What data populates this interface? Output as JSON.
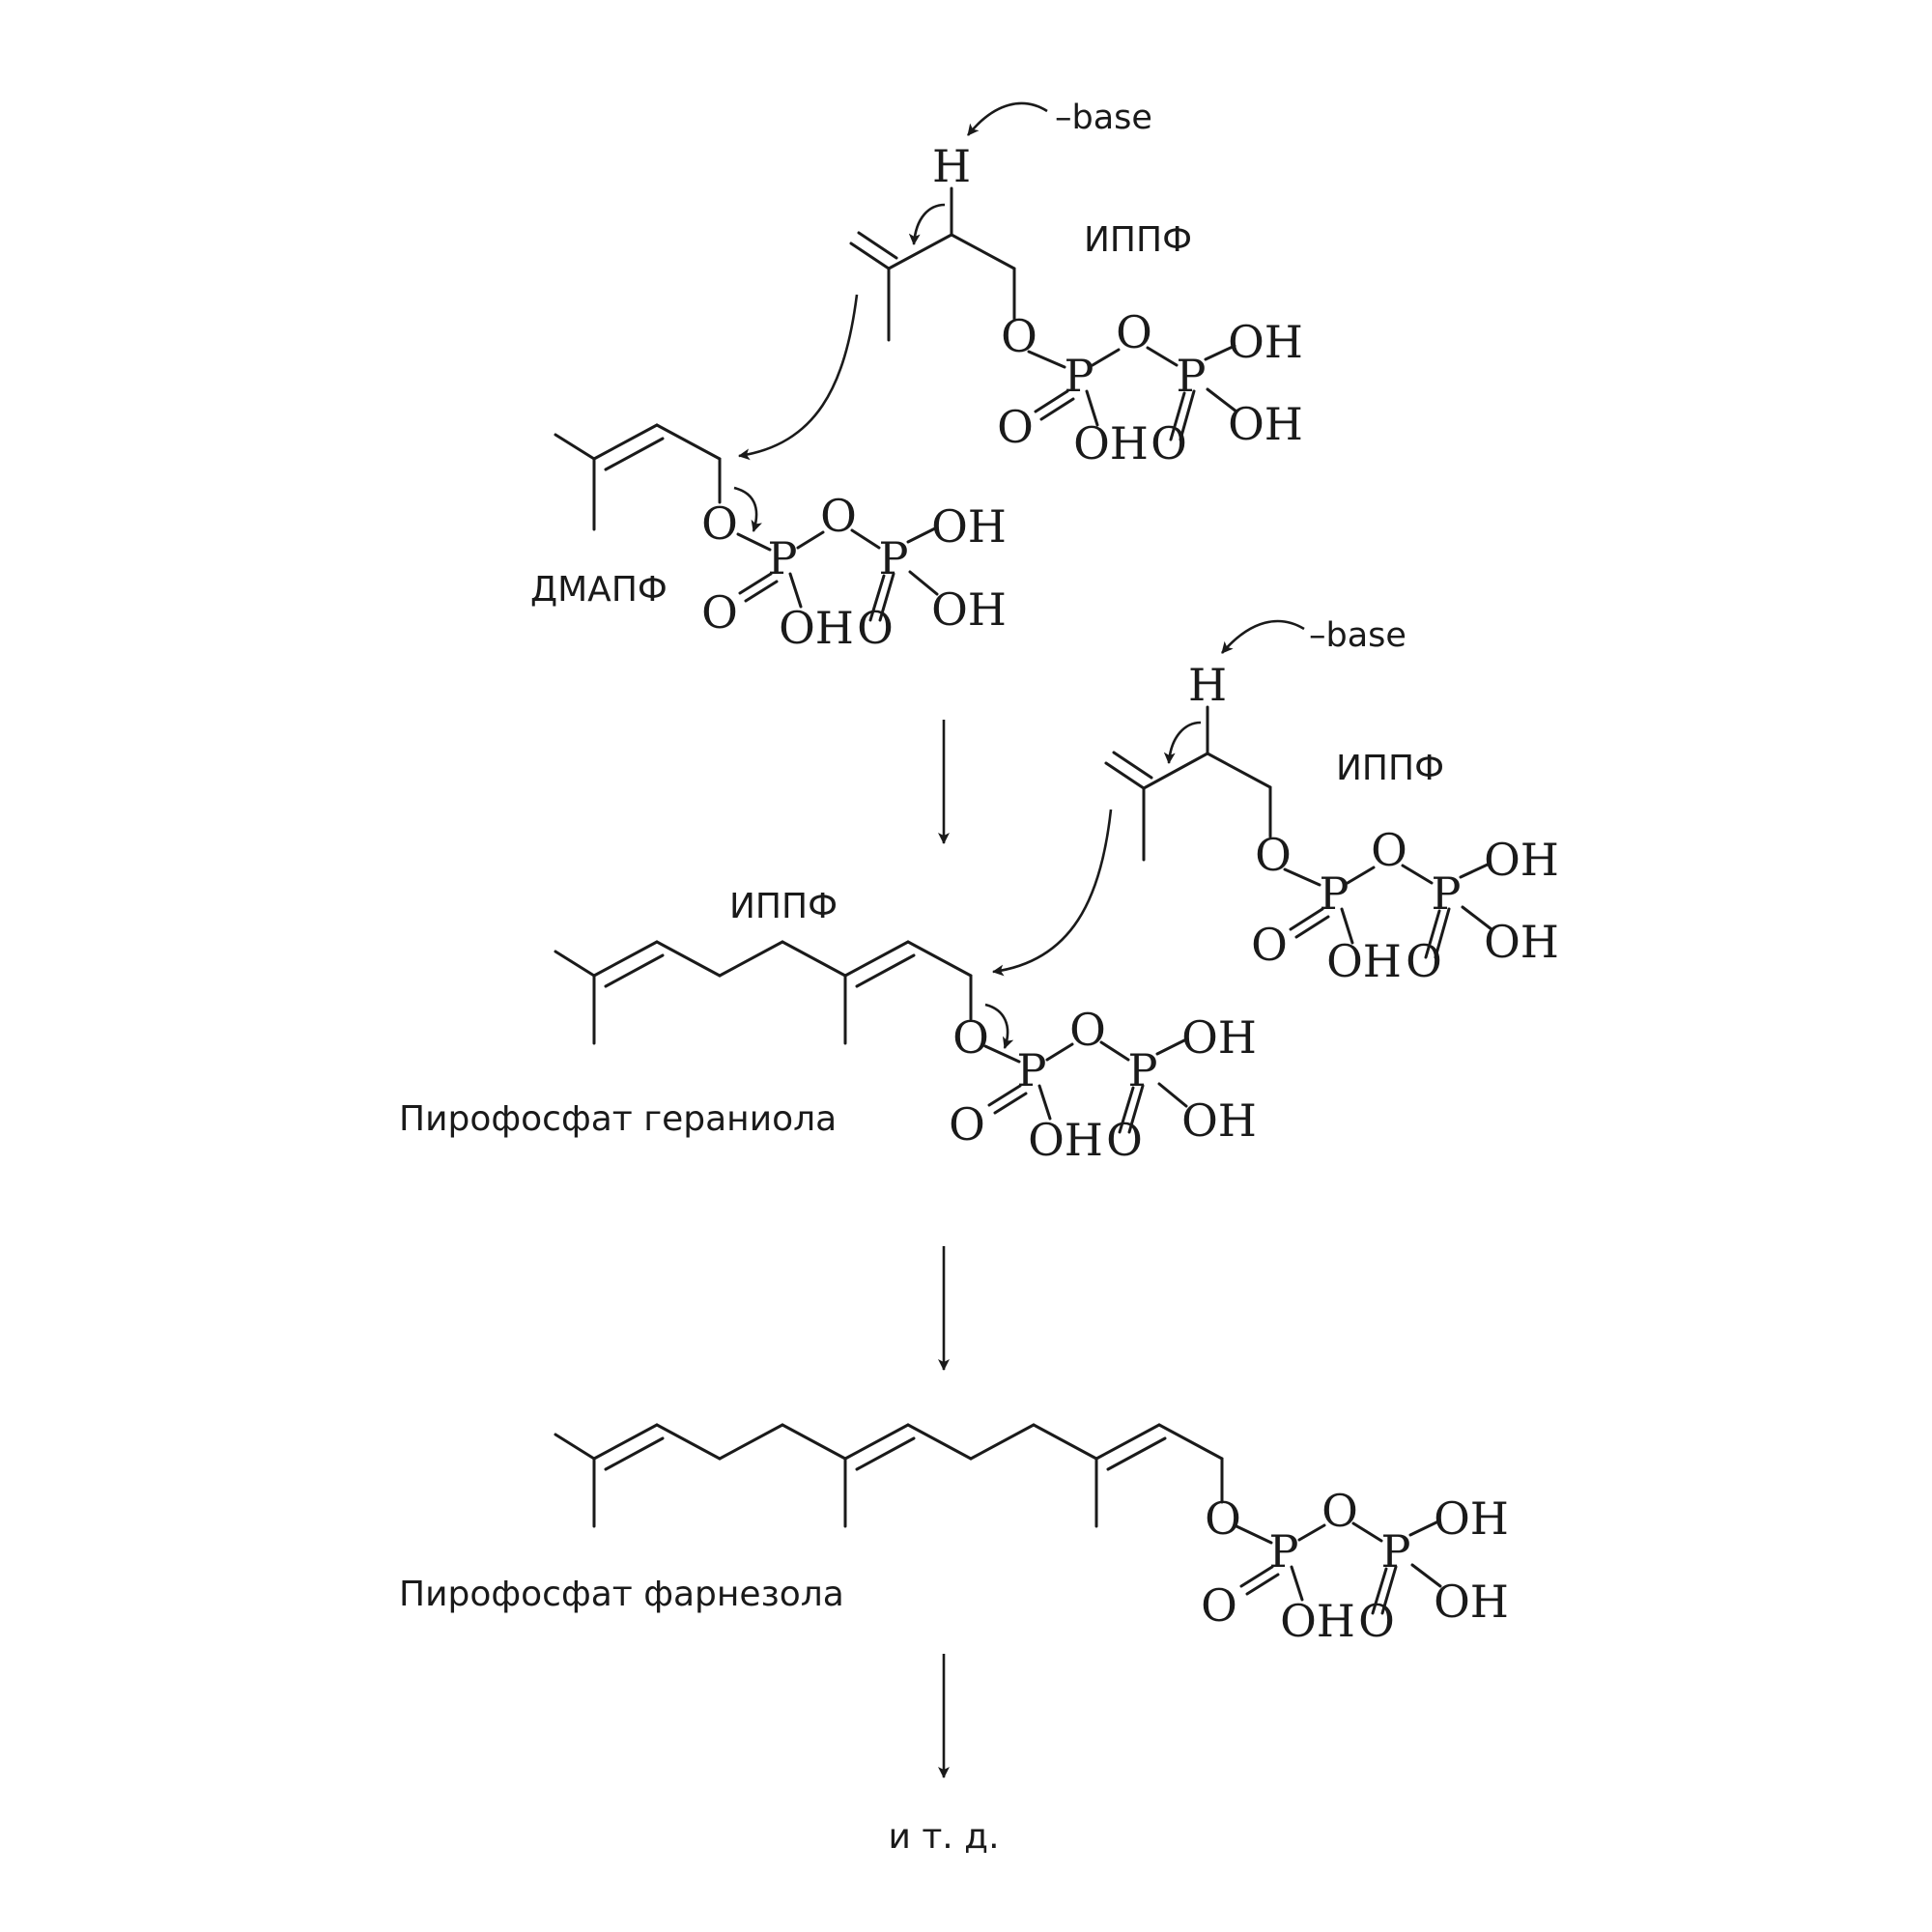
{
  "atoms": {
    "o": "O",
    "p": "P",
    "oh": "OH",
    "h": "H"
  },
  "labels": {
    "base": "–base",
    "ippf": "ИППФ",
    "dmapf": "ДМАПФ",
    "geranyl_pp": "Пирофосфат гераниола",
    "farnesyl_pp": "Пирофосфат фарнезола",
    "etc": "и т. д."
  }
}
